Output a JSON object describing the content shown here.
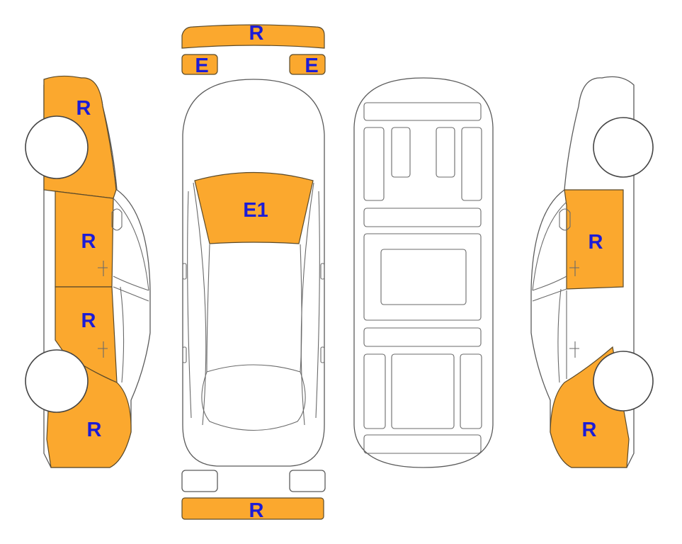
{
  "colors": {
    "damage_fill": "#fba82e",
    "label_text": "#1c1cd6",
    "outline": "#5b5b5b"
  },
  "labels": {
    "front_bumper": "R",
    "left_headlight": "E",
    "right_headlight": "E",
    "windshield": "E1",
    "rear_bumper": "R",
    "left_front_fender": "R",
    "left_front_door": "R",
    "left_rear_door": "R",
    "left_rear_quarter": "R",
    "right_front_door": "R",
    "right_rear_quarter": "R"
  }
}
